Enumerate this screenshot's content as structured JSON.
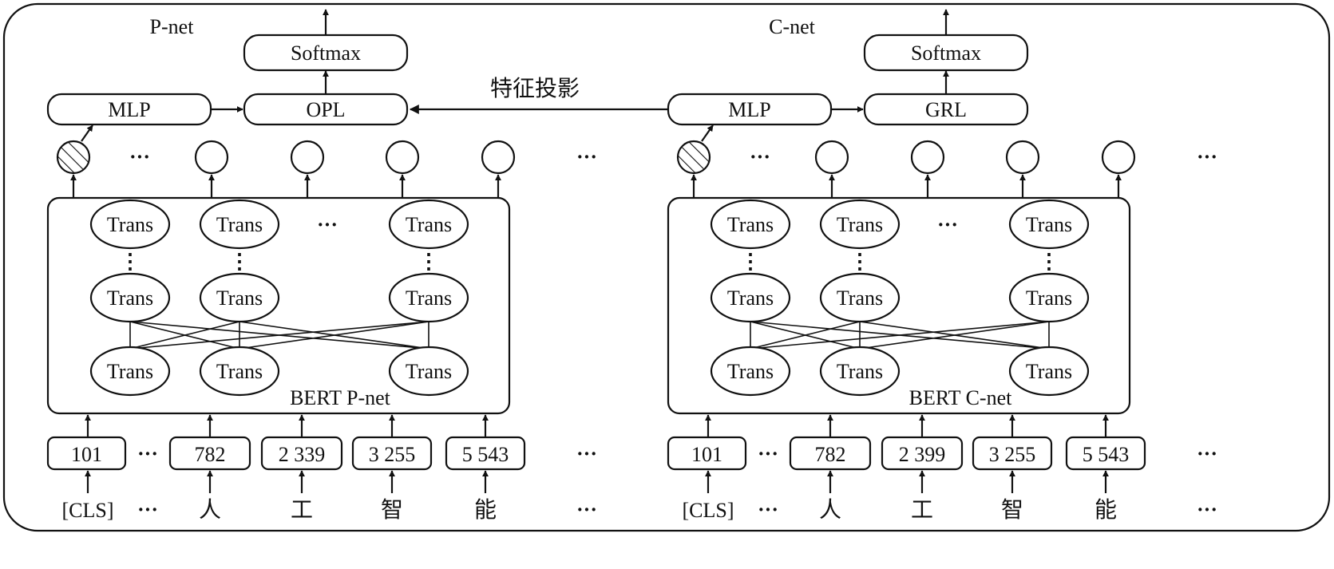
{
  "left": {
    "title": "P-net",
    "bert_label": "BERT P-net",
    "mlp_label": "MLP",
    "mid_label": "OPL",
    "softmax_label": "Softmax",
    "ids": [
      "101",
      "782",
      "2 339",
      "3 255",
      "5 543"
    ],
    "tokens": [
      "[CLS]",
      "人",
      "工",
      "智",
      "能"
    ]
  },
  "right": {
    "title": "C-net",
    "bert_label": "BERT C-net",
    "mlp_label": "MLP",
    "mid_label": "GRL",
    "softmax_label": "Softmax",
    "ids": [
      "101",
      "782",
      "2 399",
      "3 255",
      "5 543"
    ],
    "tokens": [
      "[CLS]",
      "人",
      "工",
      "智",
      "能"
    ]
  },
  "trans_label": "Trans",
  "ellipsis": "···",
  "vertical_ellipsis": "⋮",
  "projection_label": "特征投影"
}
